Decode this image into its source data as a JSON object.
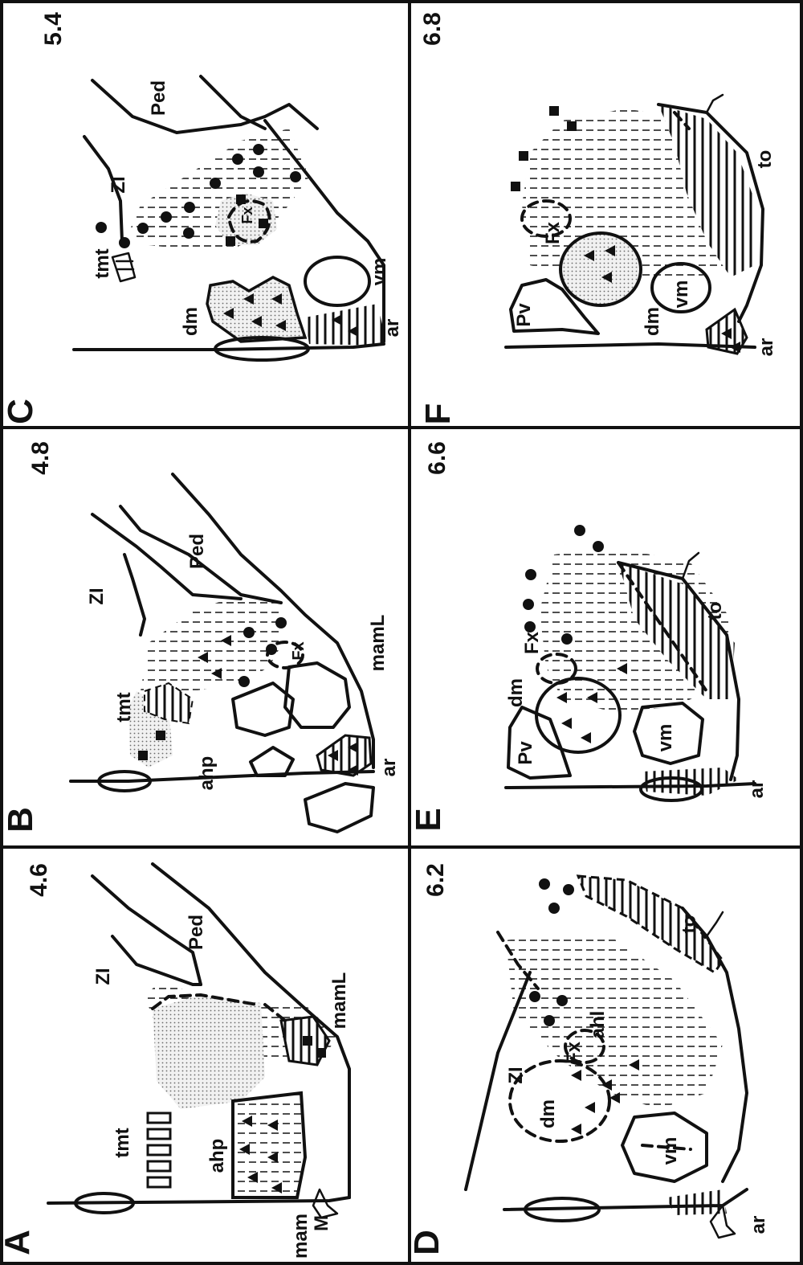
{
  "figure": {
    "panels": [
      {
        "letter": "A",
        "number": "4.6",
        "labels": {
          "zi": "ZI",
          "ped": "Ped",
          "mamL": "mamL",
          "tmt": "tmt",
          "ahp": "ahp",
          "mam": "mam",
          "M": "M"
        }
      },
      {
        "letter": "B",
        "number": "4.8",
        "labels": {
          "zi": "ZI",
          "ped": "Ped",
          "mamL": "mamL",
          "tmt": "tmt",
          "ahp": "ahp",
          "fx": "Fx",
          "ar": "ar"
        }
      },
      {
        "letter": "C",
        "number": "5.4",
        "labels": {
          "zi": "ZI",
          "ped": "Ped",
          "tmt": "tmt",
          "dm": "dm",
          "fx": "Fx",
          "vm": "vm",
          "ar": "ar"
        }
      },
      {
        "letter": "D",
        "number": "6.2",
        "labels": {
          "zi": "ZI",
          "dm": "dm",
          "fx": "Fx",
          "ahl": "ahl",
          "vm": "vm",
          "to": "to",
          "ar": "ar"
        }
      },
      {
        "letter": "E",
        "number": "6.6",
        "labels": {
          "pv": "Pv",
          "dm": "dm",
          "fx": "Fx",
          "vm": "vm",
          "to": "to",
          "ar": "ar"
        }
      },
      {
        "letter": "F",
        "number": "6.8",
        "labels": {
          "pv": "Pv",
          "dm": "dm",
          "fx": "Fx",
          "vm": "vm",
          "to": "to",
          "ar": "ar"
        }
      }
    ]
  }
}
